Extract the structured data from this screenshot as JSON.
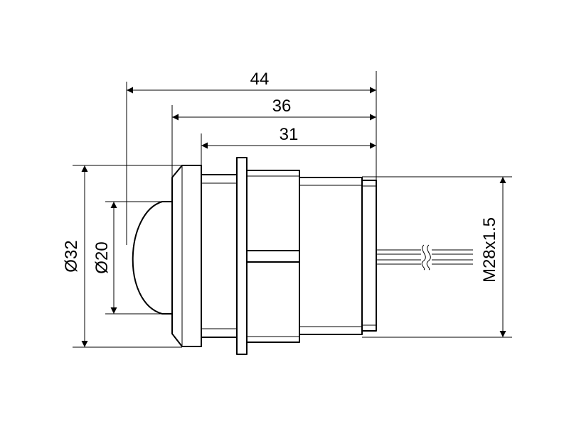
{
  "dimensions": {
    "length_44": "44",
    "length_36": "36",
    "length_31": "31",
    "diameter_32": "Ø32",
    "diameter_20": "Ø20",
    "thread": "M28x1.5"
  }
}
